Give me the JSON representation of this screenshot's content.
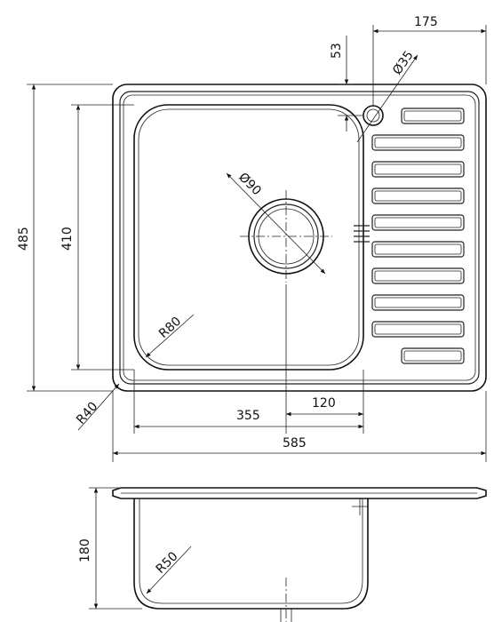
{
  "drawing": {
    "type": "technical drawing of inset kitchen sink (top view and section view)",
    "top_view": {
      "dims": {
        "overall_width": "585",
        "overall_depth": "485",
        "bowl_depth": "410",
        "bowl_width": "355",
        "drain_to_bowl_edge": "120",
        "drainboard_width": "175",
        "tap_hole_offset": "53",
        "tap_hole_diameter": "Ø35",
        "drain_diameter": "Ø90",
        "bowl_corner_radius": "R80",
        "outer_corner_radius": "R40"
      },
      "drainboard_slots": 10
    },
    "section_view": {
      "dims": {
        "bowl_height": "180",
        "bottom_radius": "R50"
      }
    }
  }
}
